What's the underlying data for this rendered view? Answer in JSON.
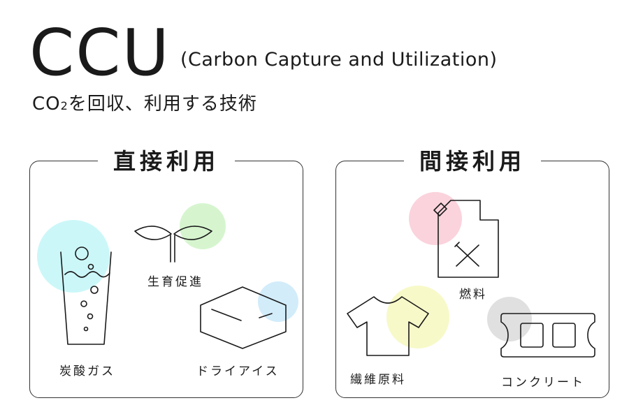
{
  "header": {
    "title": "CCU",
    "subtitle": "(Carbon Capture and Utilization)",
    "tagline_prefix": "CO",
    "tagline_subscript": "2",
    "tagline_rest": "を回収、利用する技術"
  },
  "direct": {
    "title": "直接利用",
    "items": {
      "carbonated_gas": "炭酸ガス",
      "growth": "生育促進",
      "dry_ice": "ドライアイス"
    }
  },
  "indirect": {
    "title": "間接利用",
    "items": {
      "fuel": "燃料",
      "textile": "繊維原料",
      "concrete": "コンクリート"
    }
  },
  "colors": {
    "cyan": "#ccf7f9",
    "green": "#d6f5cf",
    "blue": "#d2ecfa",
    "pink": "#fbd3dc",
    "yellow": "#f7f9c8",
    "gray": "#e0e0e0"
  },
  "icons": [
    "glass-icon",
    "sprout-icon",
    "ice-block-icon",
    "fuel-can-icon",
    "tshirt-icon",
    "concrete-block-icon"
  ]
}
